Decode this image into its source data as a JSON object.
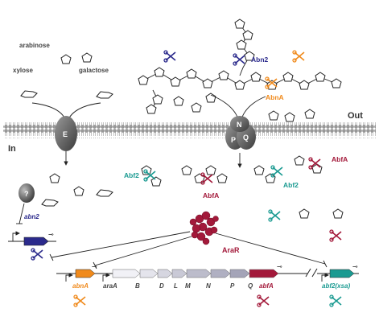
{
  "sugars": {
    "arabinose": "arabinose",
    "xylose": "xylose",
    "galactose": "galactose"
  },
  "compartments": {
    "out": "Out",
    "in": "In"
  },
  "transporters": {
    "e": "E",
    "n": "N",
    "p": "P",
    "q": "Q",
    "unknown": "?"
  },
  "enzymes": {
    "abn2": "Abn2",
    "abna": "AbnA",
    "abf2_left": "Abf2",
    "abfa_mid": "AbfA",
    "abf2_right": "Abf2",
    "abfa_right": "AbfA"
  },
  "regulator": "AraR",
  "genes": {
    "abn2": "abn2",
    "abna": "abnA",
    "arab": "araA",
    "b": "B",
    "d": "D",
    "l": "L",
    "m": "M",
    "n": "N",
    "p": "P",
    "q": "Q",
    "abfa": "abfA",
    "abf2": "abf2(xsa)"
  },
  "colors": {
    "abn2": "#2b2a8c",
    "abna": "#f08a1c",
    "abfa": "#a3193a",
    "abf2": "#1a9a91",
    "arar": "#a3193a",
    "transporter": "#555555"
  }
}
